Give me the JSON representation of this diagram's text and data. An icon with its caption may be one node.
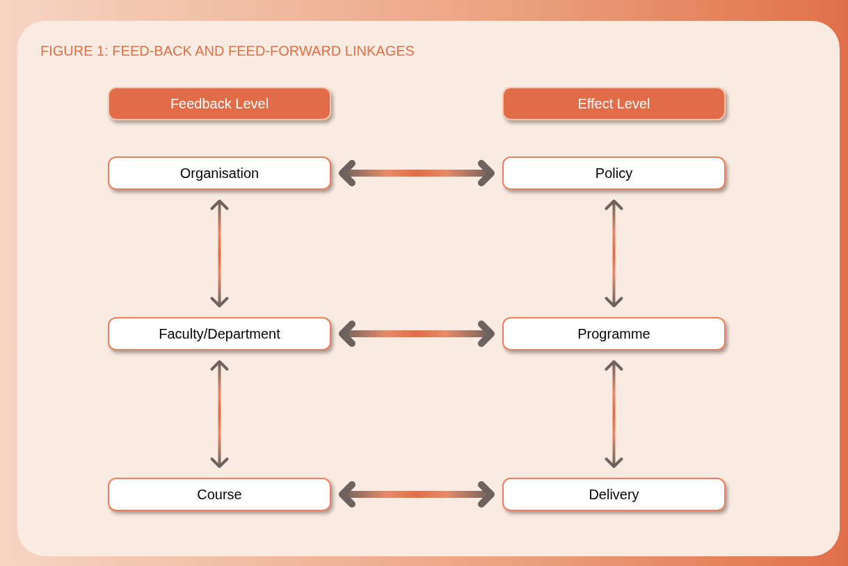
{
  "diagram": {
    "title": "FIGURE 1: FEED-BACK AND FEED-FORWARD LINKAGES",
    "nodes": [
      {
        "text": [
          "Feedback Level"
        ]
      },
      {
        "text": [
          "Effect Level"
        ]
      },
      {
        "text": [
          "Organisation"
        ]
      },
      {
        "text": [
          "Policy"
        ]
      },
      {
        "text": [
          "Faculty/Department"
        ]
      },
      {
        "text": [
          "Programme"
        ]
      },
      {
        "text": [
          "Course"
        ]
      },
      {
        "text": [
          "Delivery"
        ]
      }
    ],
    "edges": [
      {
        "from": 2,
        "to": 3,
        "arrow": "both",
        "style": "thick"
      },
      {
        "from": 2,
        "to": 4,
        "arrow": "both"
      },
      {
        "from": 3,
        "to": 5,
        "arrow": "both"
      },
      {
        "from": 4,
        "to": 5,
        "arrow": "both",
        "style": "thick"
      },
      {
        "from": 4,
        "to": 6,
        "arrow": "both"
      },
      {
        "from": 5,
        "to": 7,
        "arrow": "both"
      },
      {
        "from": 6,
        "to": 7,
        "arrow": "both",
        "style": "thick"
      }
    ]
  }
}
